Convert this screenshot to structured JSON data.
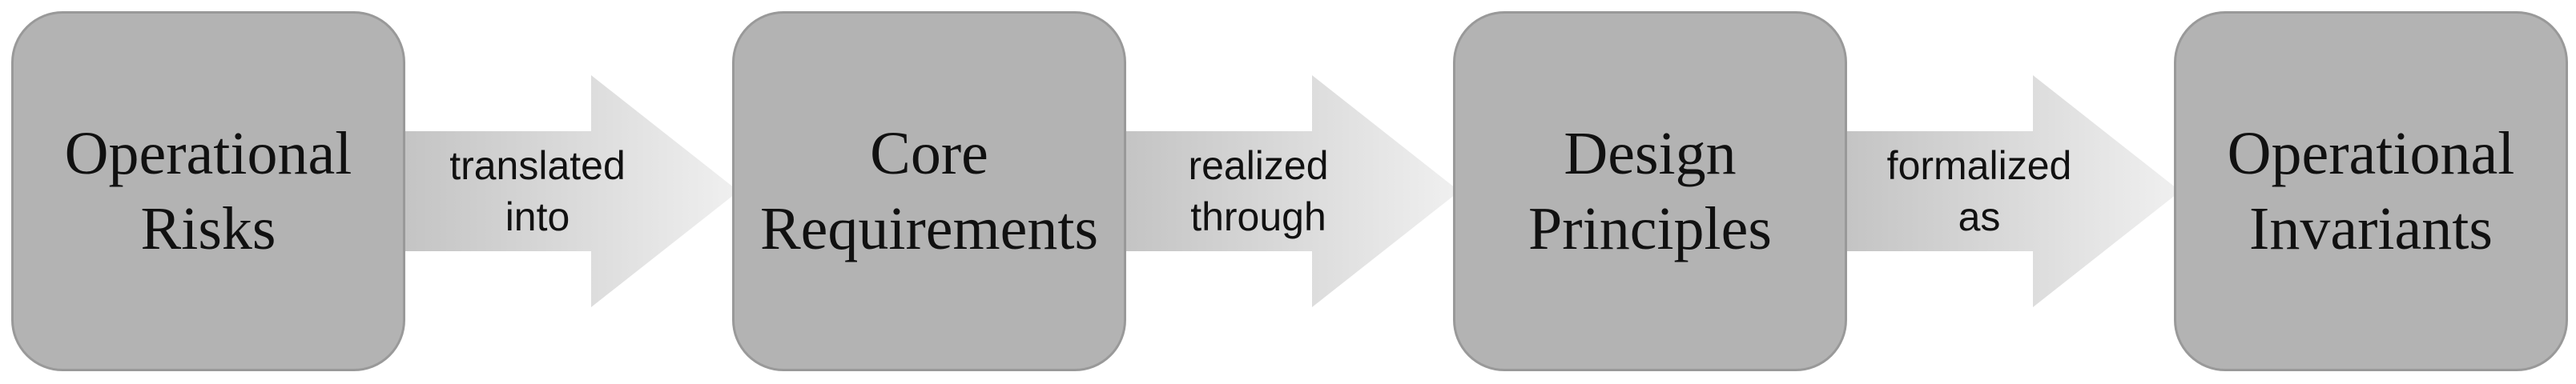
{
  "diagram": {
    "nodes": [
      {
        "line1": "Operational",
        "line2": "Risks"
      },
      {
        "line1": "Core",
        "line2": "Requirements"
      },
      {
        "line1": "Design",
        "line2": "Principles"
      },
      {
        "line1": "Operational",
        "line2": "Invariants"
      }
    ],
    "edges": [
      {
        "line1": "translated",
        "line2": "into"
      },
      {
        "line1": "realized",
        "line2": "through"
      },
      {
        "line1": "formalized",
        "line2": "as"
      }
    ]
  },
  "colors": {
    "node_fill": "#b3b3b3",
    "node_border": "#999999",
    "arrow_gradient_start": "#c4c4c4",
    "arrow_gradient_end": "#f0f0f0",
    "text": "#111111"
  }
}
